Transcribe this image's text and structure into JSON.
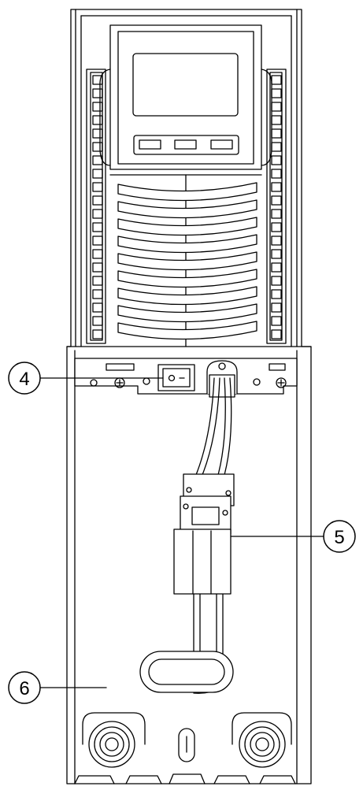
{
  "callouts": [
    {
      "id": "4",
      "label": "4",
      "target": "power-switch"
    },
    {
      "id": "5",
      "label": "5",
      "target": "battery-connector"
    },
    {
      "id": "6",
      "label": "6",
      "target": "rear-panel"
    }
  ],
  "colors": {
    "stroke": "#000000",
    "fill": "#ffffff",
    "screen": "#e9e9e9"
  }
}
